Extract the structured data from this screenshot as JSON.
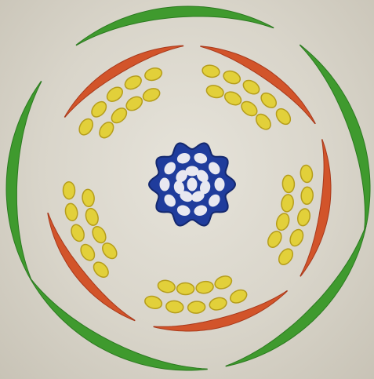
{
  "diagram": {
    "type": "floral-diagram",
    "colors": {
      "background": "#dcd8cd",
      "sepal": "#3f9a2e",
      "petal": "#d2542a",
      "stamen": "#e2d03a",
      "stamen_outline": "#b59d1c",
      "carpel": "#1f3c9c",
      "carpel_hole": "#e8e8f0"
    },
    "parts": [
      {
        "name": "sepal",
        "count": 5,
        "color_key": "sepal"
      },
      {
        "name": "petal",
        "count": 5,
        "color_key": "petal"
      },
      {
        "name": "stamen",
        "count": 45,
        "color_key": "stamen"
      },
      {
        "name": "carpel",
        "count": 1,
        "color_key": "carpel"
      }
    ]
  }
}
